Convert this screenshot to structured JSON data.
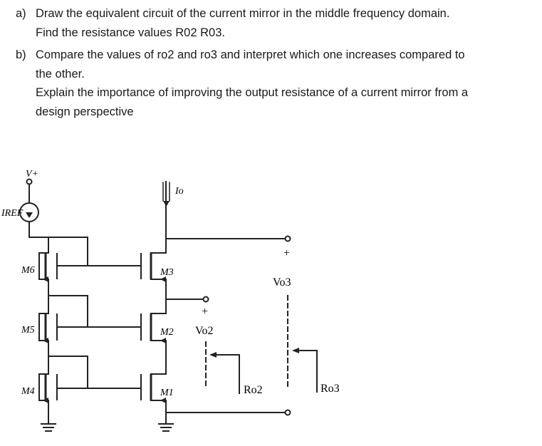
{
  "questions": {
    "a": {
      "marker": "a)",
      "lines": [
        "Draw the equivalent circuit of the current mirror in the middle frequency domain.",
        "Find the resistance values R02 R03."
      ]
    },
    "b": {
      "marker": "b)",
      "lines": [
        "Compare the values of ro2 and ro3 and interpret which one increases compared to",
        "the other.",
        "Explain the importance of improving the output resistance of a current mirror from a",
        "design perspective"
      ]
    }
  },
  "circuit": {
    "supply": "V+",
    "iref": "IREF",
    "io": "Io",
    "transistors": {
      "m1": "M1",
      "m2": "M2",
      "m3": "M3",
      "m4": "M4",
      "m5": "M5",
      "m6": "M6"
    },
    "vo2": "Vo2",
    "vo3": "Vo3",
    "ro2": "Ro2",
    "ro3": "Ro3",
    "plus": "+"
  }
}
